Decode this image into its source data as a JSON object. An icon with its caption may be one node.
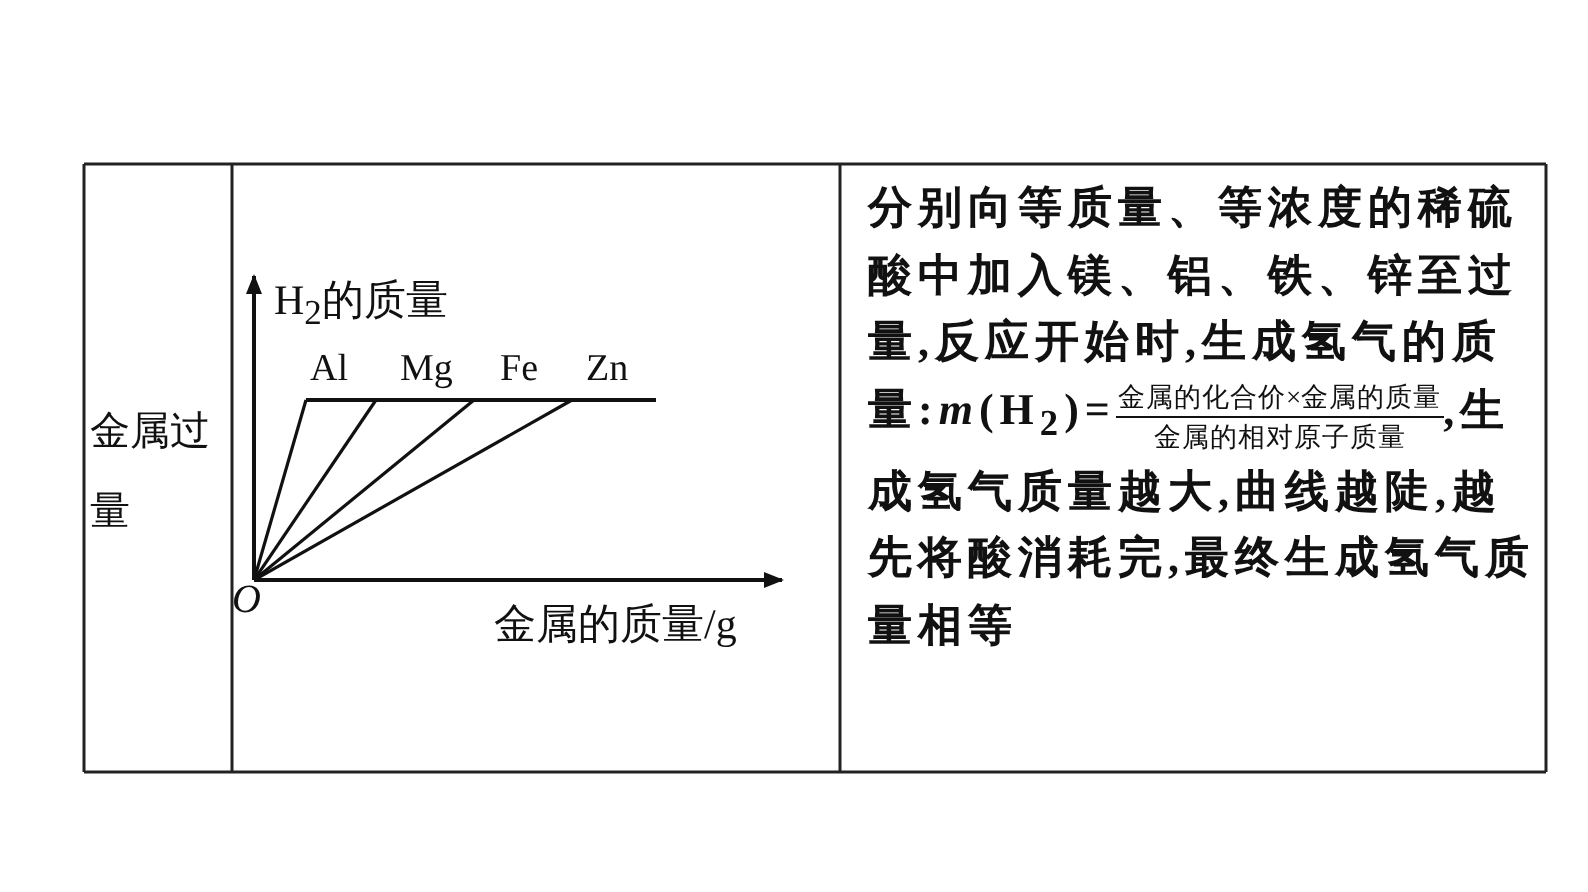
{
  "diagram": {
    "labels": [
      "金属过量",
      "H$_{2}$的质量",
      "Al",
      "Mg",
      "Fe",
      "Zn",
      "O",
      "金属的质量/g",
      "分别向等质量、等浓度的稀硫酸中加入镁、铝、铁、锌至过量,反应开始时,生成氢气的质量:*m*(H$_{2}$)=",
      "金属的化合价×金属的质量",
      "金属的相对原子质量",
      ",生成氢气质量越大,曲线越陡,越先将酸消耗完,最终生成氢气质量相等"
    ]
  }
}
